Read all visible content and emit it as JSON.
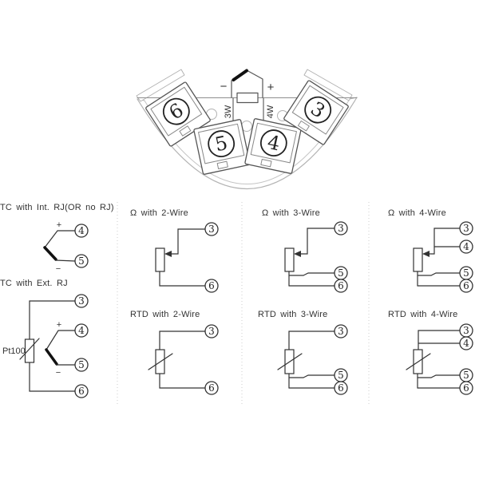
{
  "colors": {
    "line": "#333333",
    "fan_outline": "#b3b3b3",
    "divider": "#cccccc",
    "text": "#333333"
  },
  "terminal_block": {
    "terminals": {
      "t6": "6",
      "t5": "5",
      "t4": "4",
      "t3": "3"
    },
    "sensor_minus": "−",
    "sensor_plus": "+",
    "wire_label_3w": "3W",
    "wire_label_4w": "4W"
  },
  "diagrams": {
    "tc_int": {
      "title": "TC with Int. RJ(OR no RJ)",
      "plus": "+",
      "minus": "−",
      "terminals": {
        "t4": "4",
        "t5": "5"
      }
    },
    "tc_ext": {
      "title": "TC with Ext. RJ",
      "sensor_label": "Pt100",
      "plus": "+",
      "minus": "−",
      "terminals": {
        "t3": "3",
        "t4": "4",
        "t5": "5",
        "t6": "6"
      }
    },
    "ohm_2wire": {
      "title": "Ω with 2-Wire",
      "terminals": {
        "t3": "3",
        "t6": "6"
      }
    },
    "ohm_3wire": {
      "title": "Ω with 3-Wire",
      "terminals": {
        "t3": "3",
        "t5": "5",
        "t6": "6"
      }
    },
    "ohm_4wire": {
      "title": "Ω with 4-Wire",
      "terminals": {
        "t3": "3",
        "t4": "4",
        "t5": "5",
        "t6": "6"
      }
    },
    "rtd_2wire": {
      "title": "RTD with 2-Wire",
      "terminals": {
        "t3": "3",
        "t6": "6"
      }
    },
    "rtd_3wire": {
      "title": "RTD with 3-Wire",
      "terminals": {
        "t3": "3",
        "t5": "5",
        "t6": "6"
      }
    },
    "rtd_4wire": {
      "title": "RTD with 4-Wire",
      "terminals": {
        "t3": "3",
        "t4": "4",
        "t5": "5",
        "t6": "6"
      }
    }
  }
}
